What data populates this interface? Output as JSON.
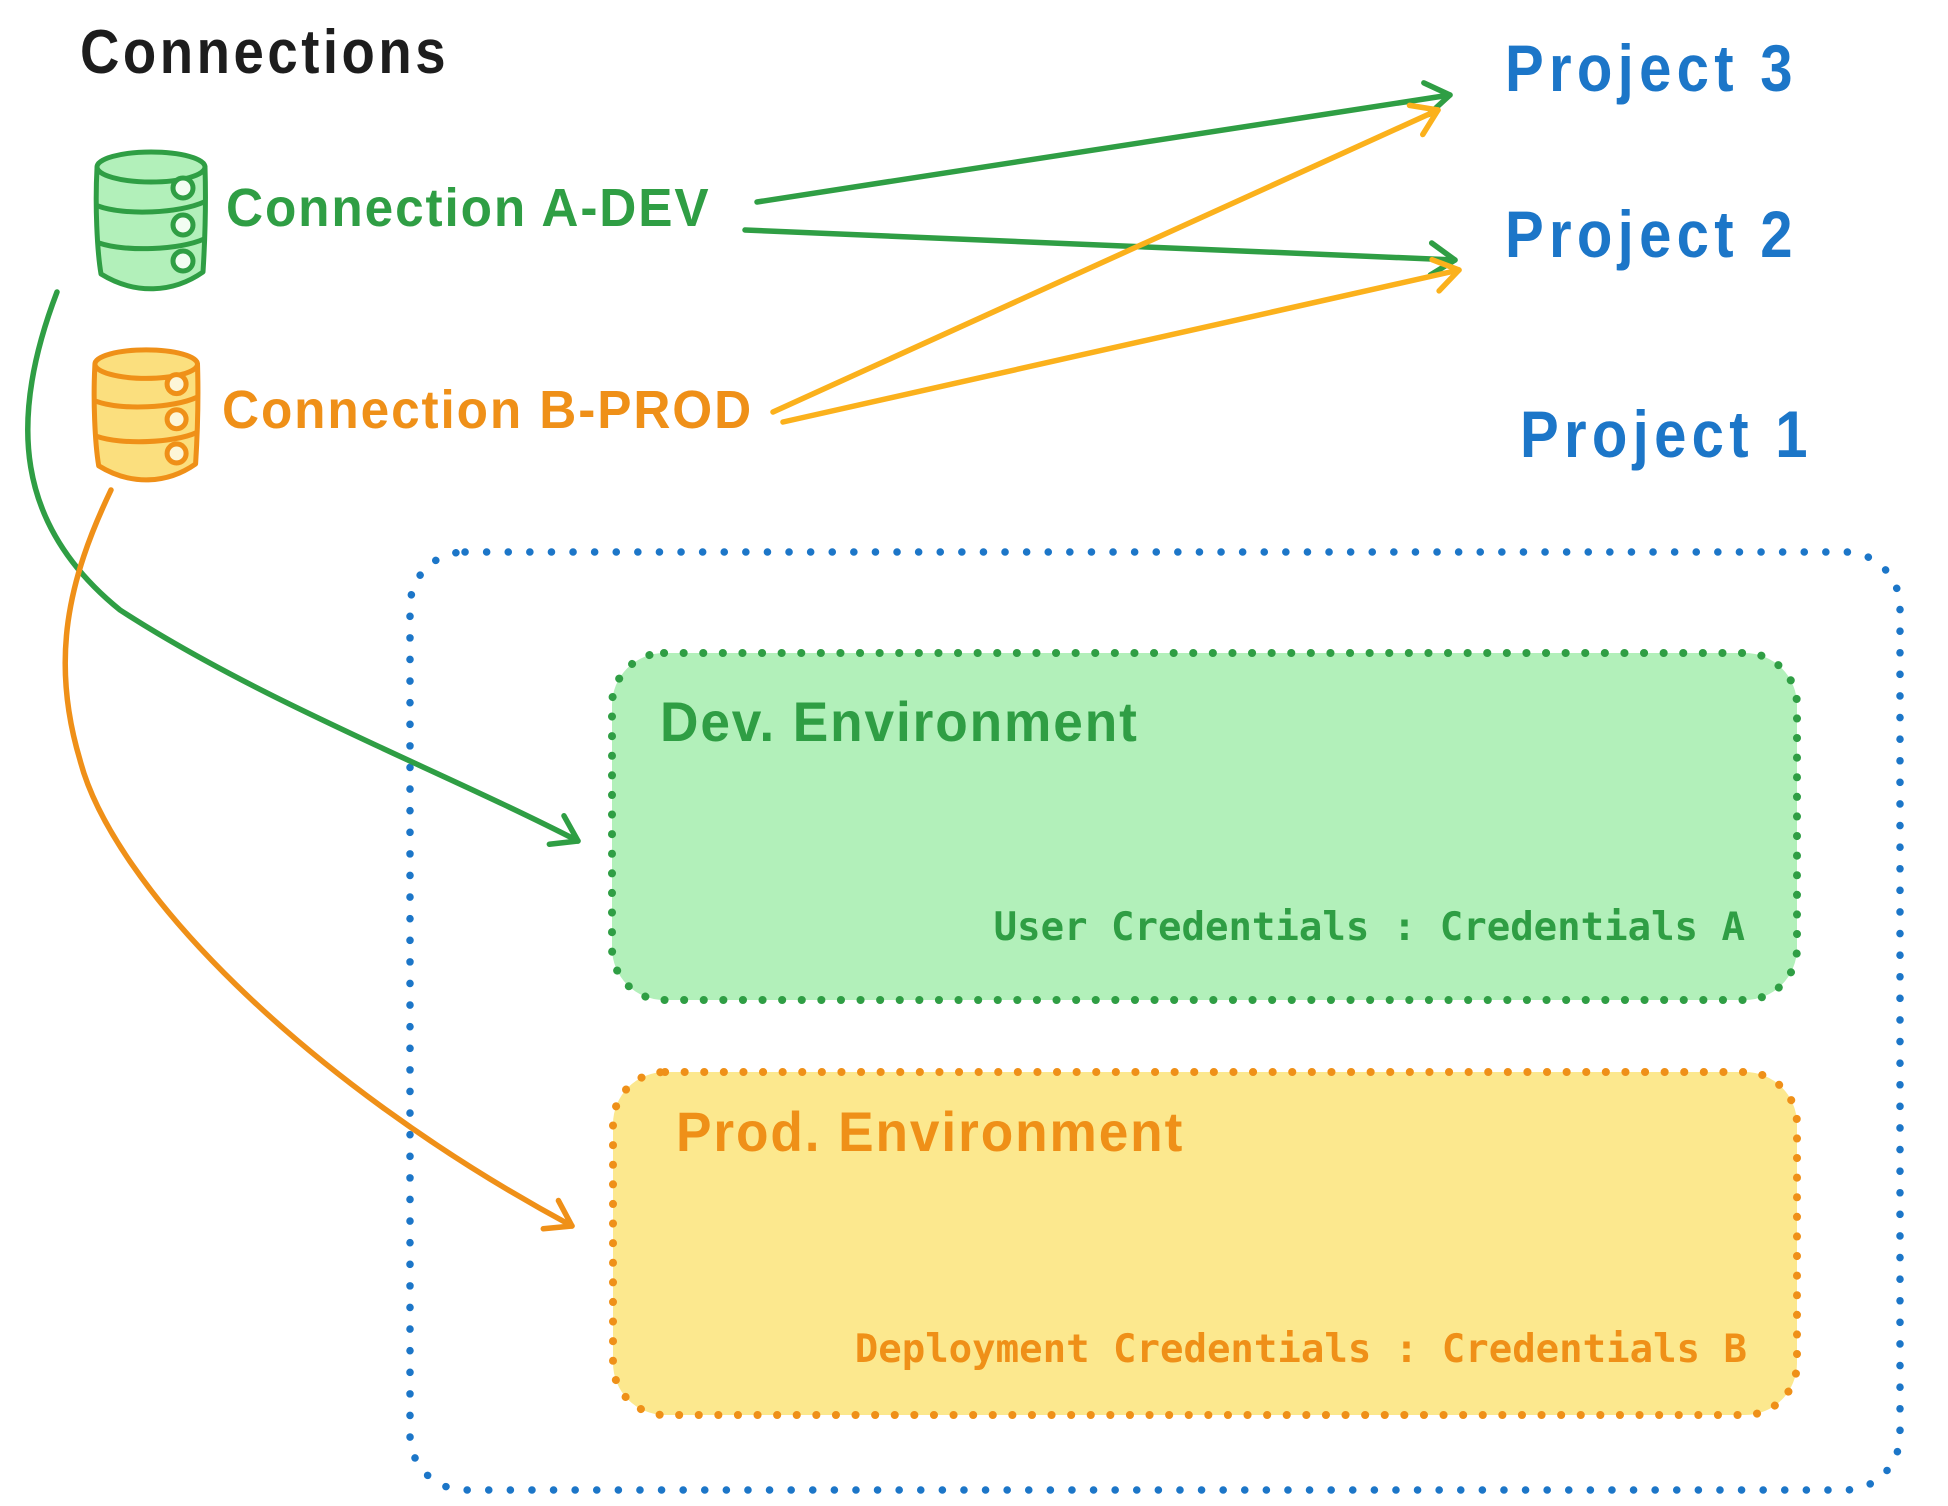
{
  "diagram": {
    "title": "Connections",
    "connections": [
      {
        "label": "Connection A-DEV",
        "type": "database",
        "color": "#2f9e44",
        "fill": "#b2f0ba"
      },
      {
        "label": "Connection B-PROD",
        "type": "database",
        "color": "#ef9018",
        "fill": "#fbdf7e"
      }
    ],
    "projects": [
      {
        "label": "Project 3"
      },
      {
        "label": "Project 2"
      },
      {
        "label": "Project 1"
      }
    ],
    "project1_environments": [
      {
        "title": "Dev. Environment",
        "credentials": "User Credentials : Credentials A",
        "accent": "#2f9e44",
        "fill": "#b2f0ba"
      },
      {
        "title": "Prod. Environment",
        "credentials": "Deployment Credentials : Credentials B",
        "accent": "#ef9018",
        "fill": "#fce88e"
      }
    ],
    "links": [
      {
        "from": "Connection A-DEV",
        "to": "Project 3",
        "style": "green straight arrow"
      },
      {
        "from": "Connection A-DEV",
        "to": "Project 2",
        "style": "green straight arrow"
      },
      {
        "from": "Connection B-PROD",
        "to": "Project 3",
        "style": "amber straight arrow"
      },
      {
        "from": "Connection B-PROD",
        "to": "Project 2",
        "style": "amber straight arrow"
      },
      {
        "from": "Connection A-DEV",
        "to": "Dev. Environment (Project 1)",
        "style": "green curved arrow"
      },
      {
        "from": "Connection B-PROD",
        "to": "Prod. Environment (Project 1)",
        "style": "orange curved arrow"
      }
    ],
    "colors": {
      "green": "#2f9e44",
      "orange": "#ef9018",
      "amber": "#fbb11c",
      "blue": "#1c76c8",
      "black": "#1d1d1d"
    }
  }
}
